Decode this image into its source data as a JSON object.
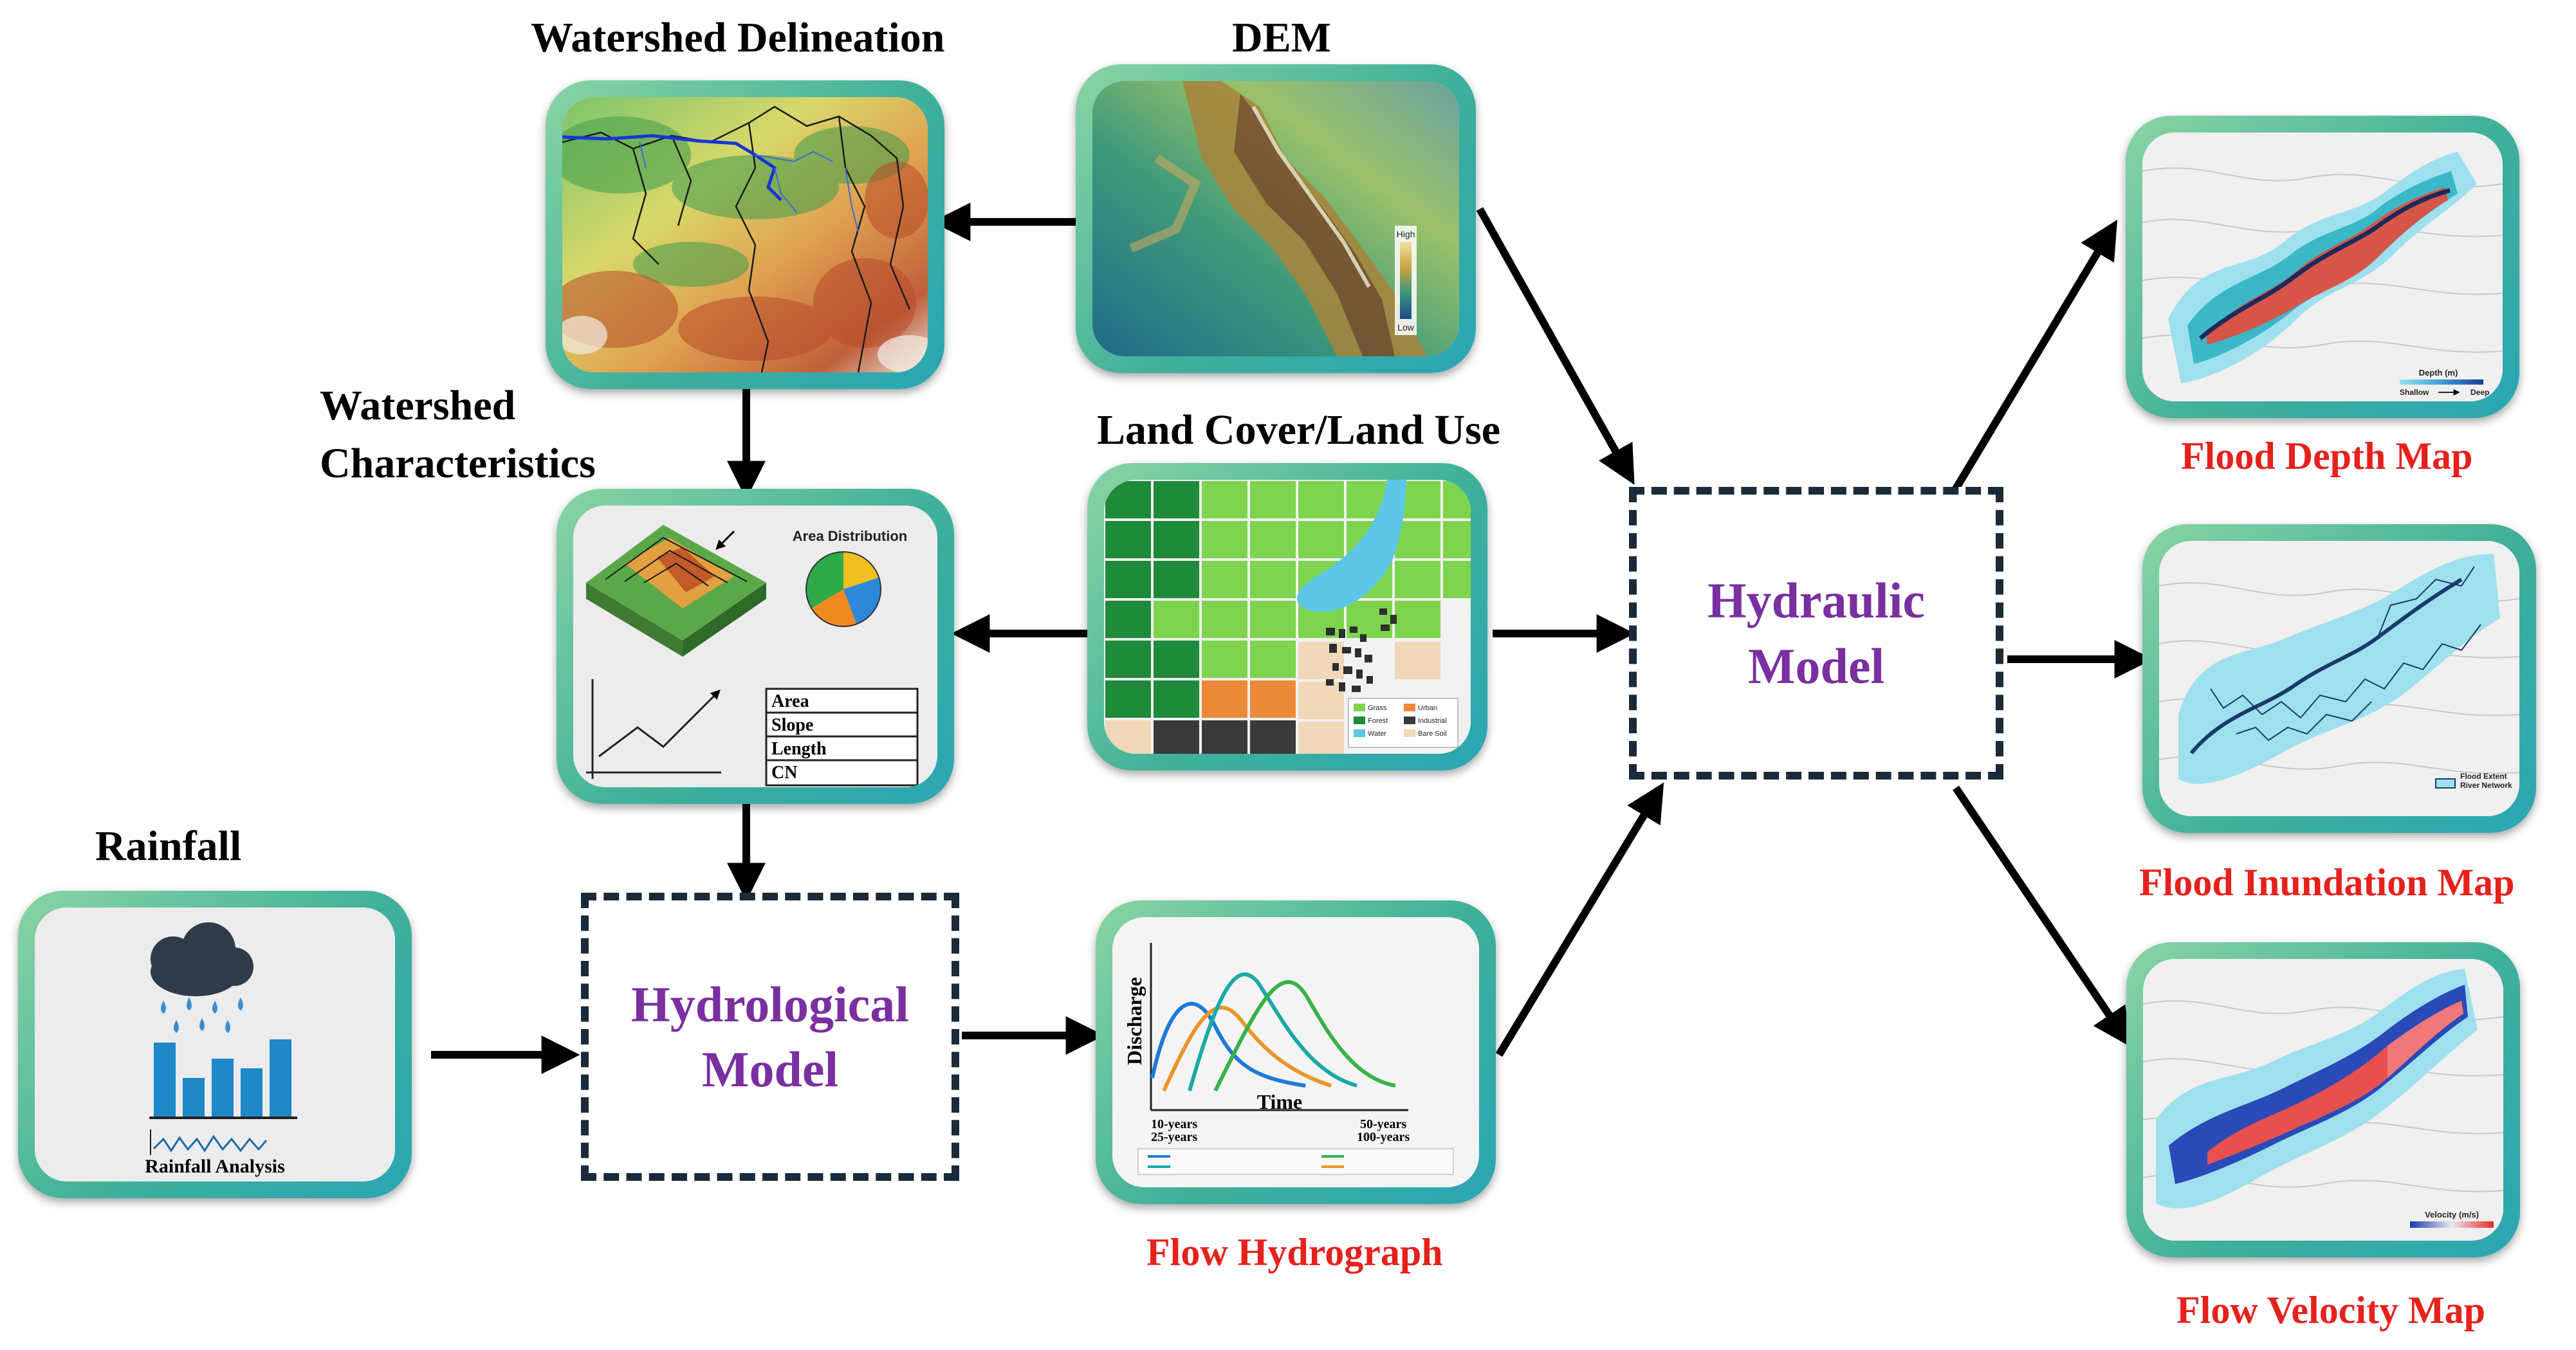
{
  "labels": {
    "watershed_delineation": "Watershed Delineation",
    "dem": "DEM",
    "watershed_characteristics_line1": "Watershed",
    "watershed_characteristics_line2": "Characteristics",
    "land_cover": "Land Cover/Land Use",
    "rainfall": "Rainfall",
    "flow_hydrograph": "Flow Hydrograph",
    "flood_depth_map": "Flood Depth Map",
    "flood_inundation_map": "Flood Inundation Map",
    "flow_velocity_map": "Flow Velocity Map"
  },
  "models": {
    "hydrological_line1": "Hydrological",
    "hydrological_line2": "Model",
    "hydraulic_line1": "Hydraulic",
    "hydraulic_line2": "Model"
  },
  "dem_legend": {
    "high": "High",
    "low": "Low"
  },
  "characteristics": {
    "pie_title": "Area Distribution",
    "table_rows": [
      "Area",
      "Slope",
      "Length",
      "CN"
    ]
  },
  "land_cover_legend": [
    "Grass",
    "Forest",
    "Water",
    "Urban",
    "Industrial",
    "Bare Soil"
  ],
  "rainfall_caption": "Rainfall Analysis",
  "hydrograph": {
    "ylabel": "Discharge",
    "xlabel": "Time",
    "periods": [
      "10-years",
      "25-years",
      "50-years",
      "100-years"
    ]
  },
  "map_legends": {
    "depth_title": "Depth (m)",
    "depth_shallow": "Shallow",
    "depth_deep": "Deep",
    "extent_line1": "Flood Extent",
    "extent_line2": "River Network",
    "velocity_title": "Velocity (m/s)"
  },
  "colors": {
    "arrow": "#000000",
    "result_label": "#e5211c",
    "model_label": "#7a2fa0",
    "dashed_border": "#1b2a38"
  },
  "icons": [
    "cloud-rain-icon",
    "bar-chart-icon",
    "pie-chart-icon",
    "terrain-3d-icon",
    "trend-arrow-icon"
  ]
}
